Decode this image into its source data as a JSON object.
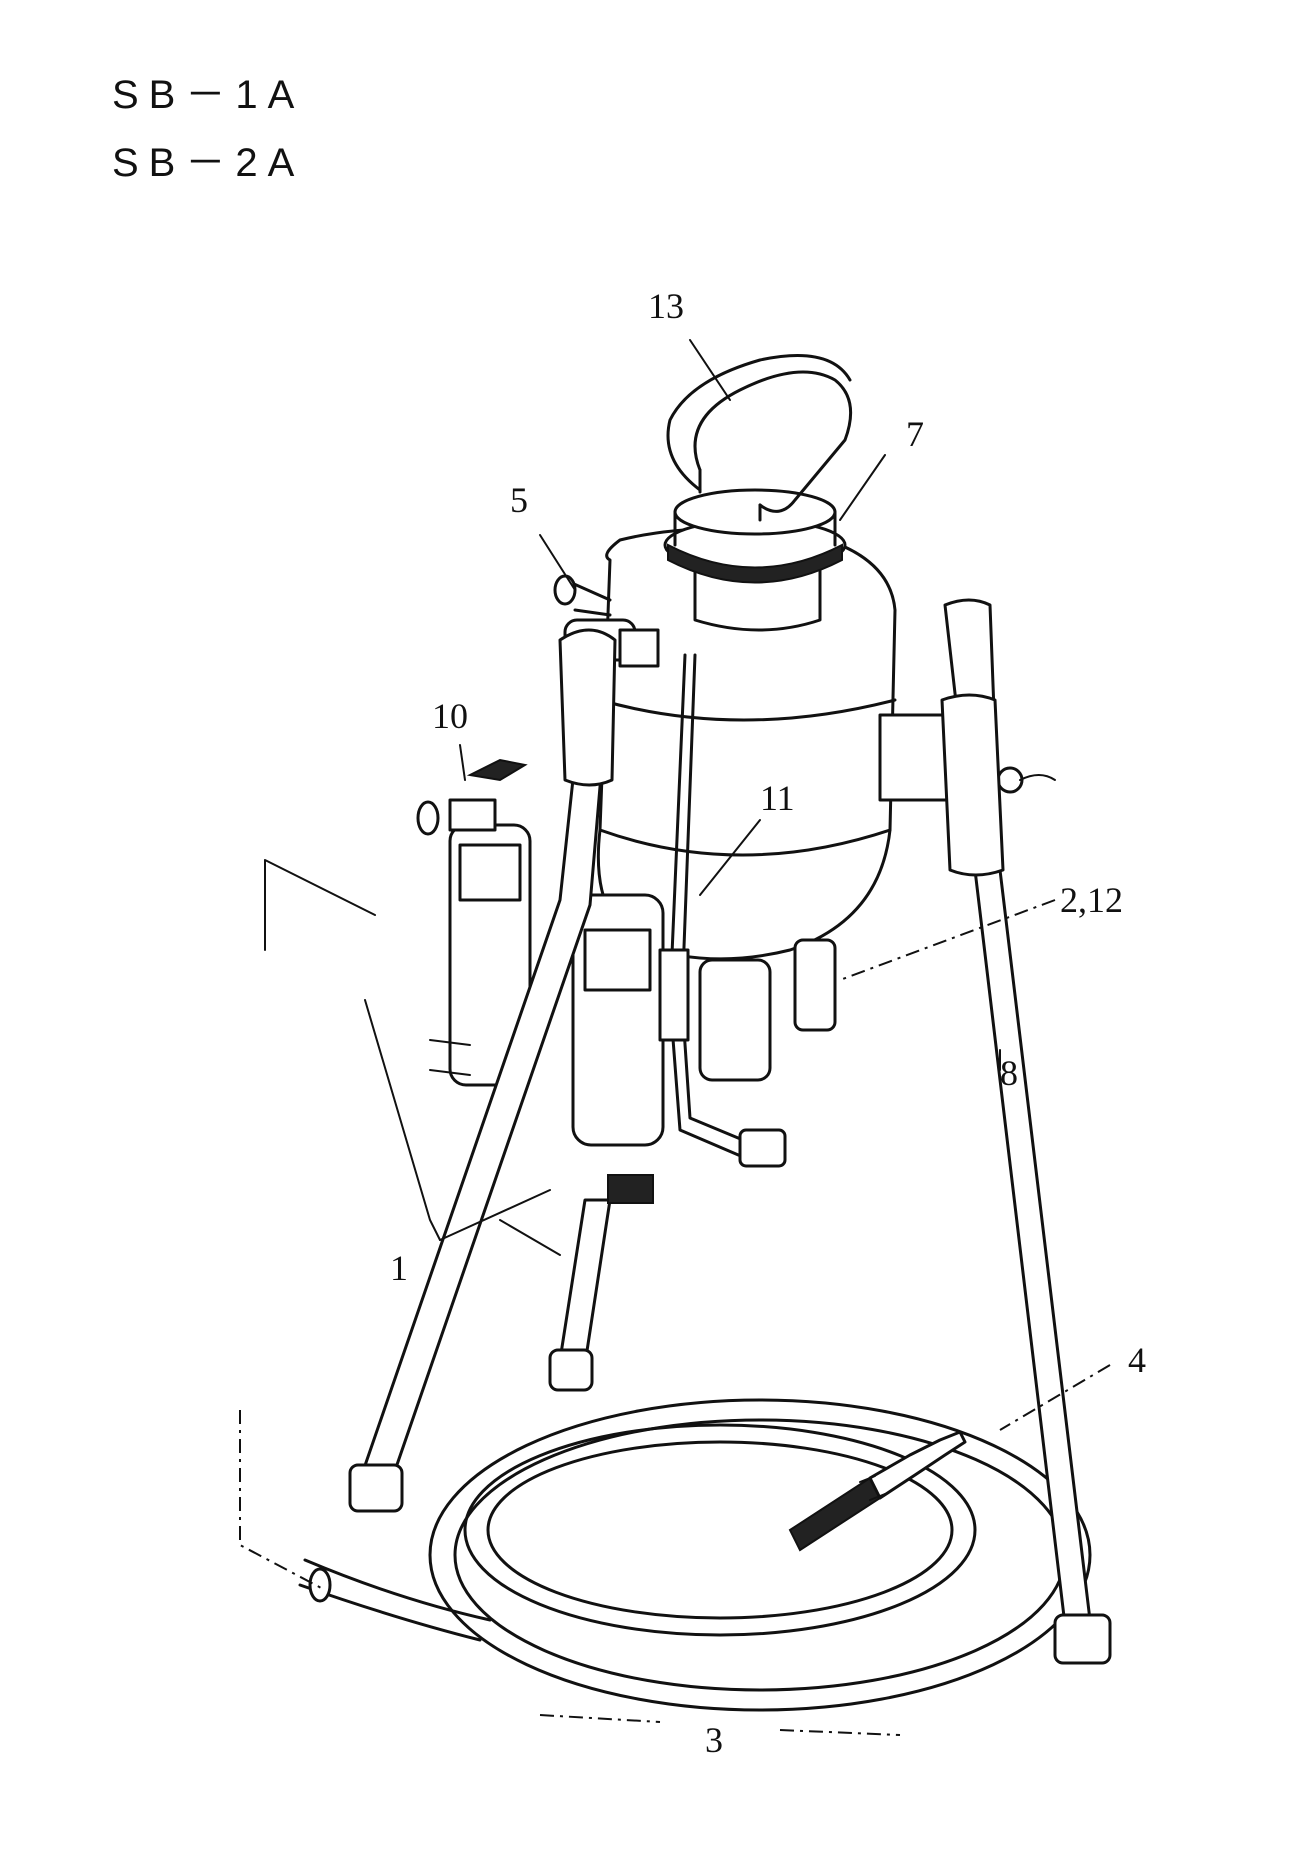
{
  "models": [
    "SB－1A",
    "SB－2A"
  ],
  "callouts": {
    "c13": "13",
    "c7": "7",
    "c5": "5",
    "c10": "10",
    "c11": "11",
    "c2_12": "2,12",
    "c8": "8",
    "c1": "1",
    "c4": "4",
    "c3": "3"
  }
}
